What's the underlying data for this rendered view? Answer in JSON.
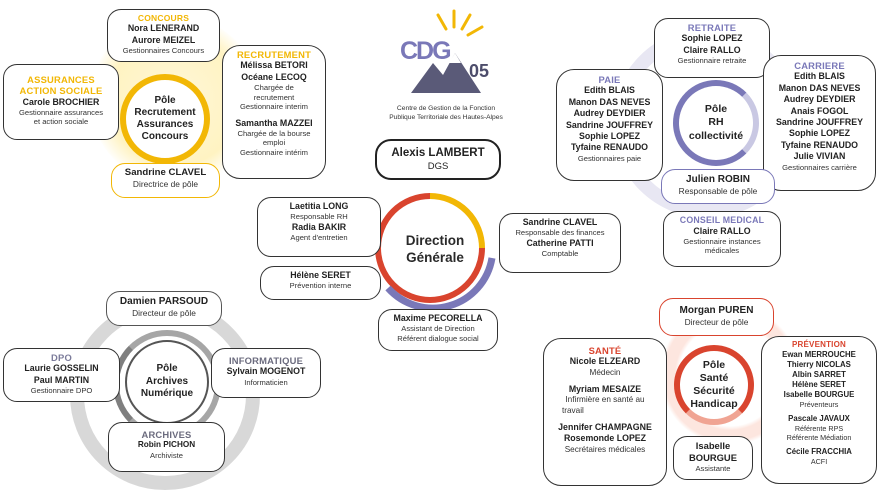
{
  "colors": {
    "yellow": "#f2b705",
    "lavender": "#7a78b8",
    "grey": "#9e9e9e",
    "red": "#d9442e",
    "salmon": "#f2b5a8",
    "orange": "#e9a23b"
  },
  "logo": {
    "letters": "CDG",
    "number": "05",
    "line1": "Centre de Gestion de la Fonction",
    "line2": "Publique Territoriale des Hautes-Alpes"
  },
  "center": {
    "hub": [
      "Direction",
      "Générale"
    ],
    "dgs": {
      "name": "Alexis LAMBERT",
      "role": "DGS"
    },
    "left1": {
      "n1": "Laetitia LONG",
      "r1": "Responsable RH",
      "n2": "Radia BAKIR",
      "r2": "Agent d'entretien"
    },
    "left2": {
      "name": "Hélène SERET",
      "role": "Prévention interne"
    },
    "right": {
      "n1": "Sandrine CLAVEL",
      "r1": "Responsable des finances",
      "n2": "Catherine PATTI",
      "r2": "Comptable"
    },
    "bottom": {
      "name": "Maxime PECORELLA",
      "r1": "Assistant de Direction",
      "r2": "Référent dialogue social"
    }
  },
  "pole1": {
    "hub": [
      "Pôle",
      "Recrutement",
      "Assurances",
      "Concours"
    ],
    "concours": {
      "title": "CONCOURS",
      "n1": "Nora LENERAND",
      "n2": "Aurore MEIZEL",
      "role": "Gestionnaires Concours"
    },
    "assurances": {
      "t1": "ASSURANCES",
      "t2": "ACTION SOCIALE",
      "name": "Carole BROCHIER",
      "r1": "Gestionnaire assurances",
      "r2": "et action sociale"
    },
    "recrutement": {
      "title": "RECRUTEMENT",
      "n1": "Mélissa BETORI",
      "n2": "Océane LECOQ",
      "r1": "Chargée de",
      "r2": "recrutement",
      "r3": "Gestionnaire interim",
      "n3": "Samantha MAZZEI",
      "r4": "Chargée de la bourse",
      "r5": "emploi",
      "r6": "Gestionnaire intérim"
    },
    "director": {
      "name": "Sandrine CLAVEL",
      "role": "Directrice de pôle"
    }
  },
  "pole2": {
    "hub": [
      "Pôle",
      "RH",
      "collectivité"
    ],
    "retraite": {
      "title": "RETRAITE",
      "n1": "Sophie LOPEZ",
      "n2": "Claire RALLO",
      "role": "Gestionnaire retraite"
    },
    "paie": {
      "title": "PAIE",
      "names": [
        "Edith BLAIS",
        "Manon DAS NEVES",
        "Audrey DEYDIER",
        "Sandrine JOUFFREY",
        "Sophie LOPEZ",
        "Tyfaine RENAUDO"
      ],
      "role": "Gestionnaires paie"
    },
    "carriere": {
      "title": "CARRIERE",
      "names": [
        "Edith BLAIS",
        "Manon DAS NEVES",
        "Audrey DEYDIER",
        "Anais FOGOL",
        "Sandrine JOUFFREY",
        "Sophie LOPEZ",
        "Tyfaine RENAUDO",
        "Julie VIVIAN"
      ],
      "role": "Gestionnaires carrière"
    },
    "director": {
      "name": "Julien ROBIN",
      "role": "Responsable de pôle"
    },
    "medical": {
      "title": "CONSEIL MEDICAL",
      "name": "Claire RALLO",
      "r1": "Gestionnaire instances",
      "r2": "médicales"
    }
  },
  "pole3": {
    "hub": [
      "Pôle",
      "Archives",
      "Numérique"
    ],
    "director": {
      "name": "Damien PARSOUD",
      "role": "Directeur de pôle"
    },
    "dpo": {
      "title": "DPO",
      "n1": "Laurie GOSSELIN",
      "n2": "Paul MARTIN",
      "role": "Gestionnaire DPO"
    },
    "info": {
      "title": "INFORMATIQUE",
      "name": "Sylvain MOGENOT",
      "role": "Informaticien"
    },
    "archives": {
      "title": "ARCHIVES",
      "name": "Robin PICHON",
      "role": "Archiviste"
    }
  },
  "pole4": {
    "hub": [
      "Pôle",
      "Santé",
      "Sécurité",
      "Handicap"
    ],
    "director": {
      "name": "Morgan PUREN",
      "role": "Directeur de pôle"
    },
    "sante": {
      "title": "SANTÉ",
      "n1": "Nicole ELZEARD",
      "r1": "Médecin",
      "n2": "Myriam MESAIZE",
      "r2": "Infirmière en santé au",
      "r3": "travail",
      "n3": "Jennifer CHAMPAGNE",
      "n4": "Rosemonde LOPEZ",
      "r4": "Secrétaires médicales"
    },
    "assistant": {
      "n1": "Isabelle",
      "n2": "BOURGUE",
      "role": "Assistante"
    },
    "prevention": {
      "title": "PRÉVENTION",
      "names": [
        "Ewan MERROUCHE",
        "Thierry NICOLAS",
        "Albin SARRET",
        "Hélène SERET",
        "Isabelle BOURGUE"
      ],
      "r1": "Préventeurs",
      "n2": "Pascale JAVAUX",
      "r2": "Référente RPS",
      "r3": "Référente Médiation",
      "n3": "Cécile FRACCHIA",
      "r4": "ACFI"
    }
  }
}
